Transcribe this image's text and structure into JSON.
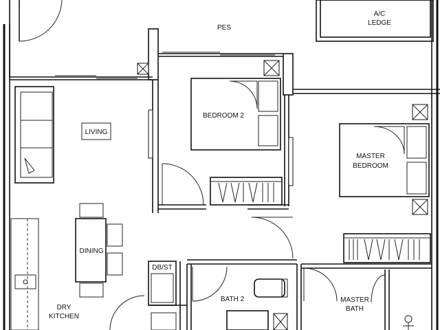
{
  "rooms": {
    "pes": "PES",
    "ac_ledge_line1": "A/C",
    "ac_ledge_line2": "LEDGE",
    "bedroom2": "BEDROOM 2",
    "living": "LIVING",
    "master_bedroom_line1": "MASTER",
    "master_bedroom_line2": "BEDROOM",
    "dining": "DINING",
    "db_st": "DB/ST",
    "bath2": "BATH 2",
    "master_bath_line1": "MASTER",
    "master_bath_line2": "BATH",
    "dry_kitchen_line1": "DRY",
    "dry_kitchen_line2": "KITCHEN"
  }
}
